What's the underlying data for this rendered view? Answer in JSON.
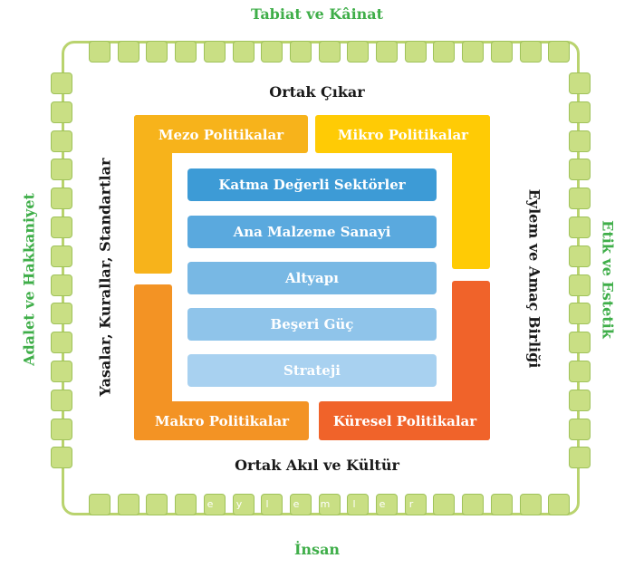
{
  "outer": {
    "top": "Tabiat ve Kâinat",
    "bottom": "İnsan",
    "left": "Adalet ve Hakkaniyet",
    "right": "Etik ve Estetik"
  },
  "eylemler": [
    "e",
    "y",
    "l",
    "e",
    "m",
    "l",
    "e",
    "r"
  ],
  "inner": {
    "top": "Ortak Çıkar",
    "bottom": "Ortak Akıl ve Kültür",
    "left": "Yasalar, Kurallar, Standartlar",
    "right": "Eylem ve Amaç Birliği"
  },
  "corners": {
    "tl": "Mezo Politikalar",
    "tr": "Mikro Politikalar",
    "bl": "Makro Politikalar",
    "br": "Küresel Politikalar"
  },
  "bands": [
    "Katma Değerli Sektörler",
    "Ana Malzeme Sanayi",
    "Altyapı",
    "Beşeri Güç",
    "Strateji"
  ],
  "colors": {
    "green": "#3fae49",
    "mezo": "#f7b31b",
    "mikro": "#ffcb05",
    "makro": "#f39324",
    "kuresel": "#f0632a",
    "band1": "#3d9bd6",
    "band2": "#5aa9de",
    "band3": "#78b8e4",
    "band4": "#8fc4ea",
    "band5": "#a8d1f0"
  }
}
